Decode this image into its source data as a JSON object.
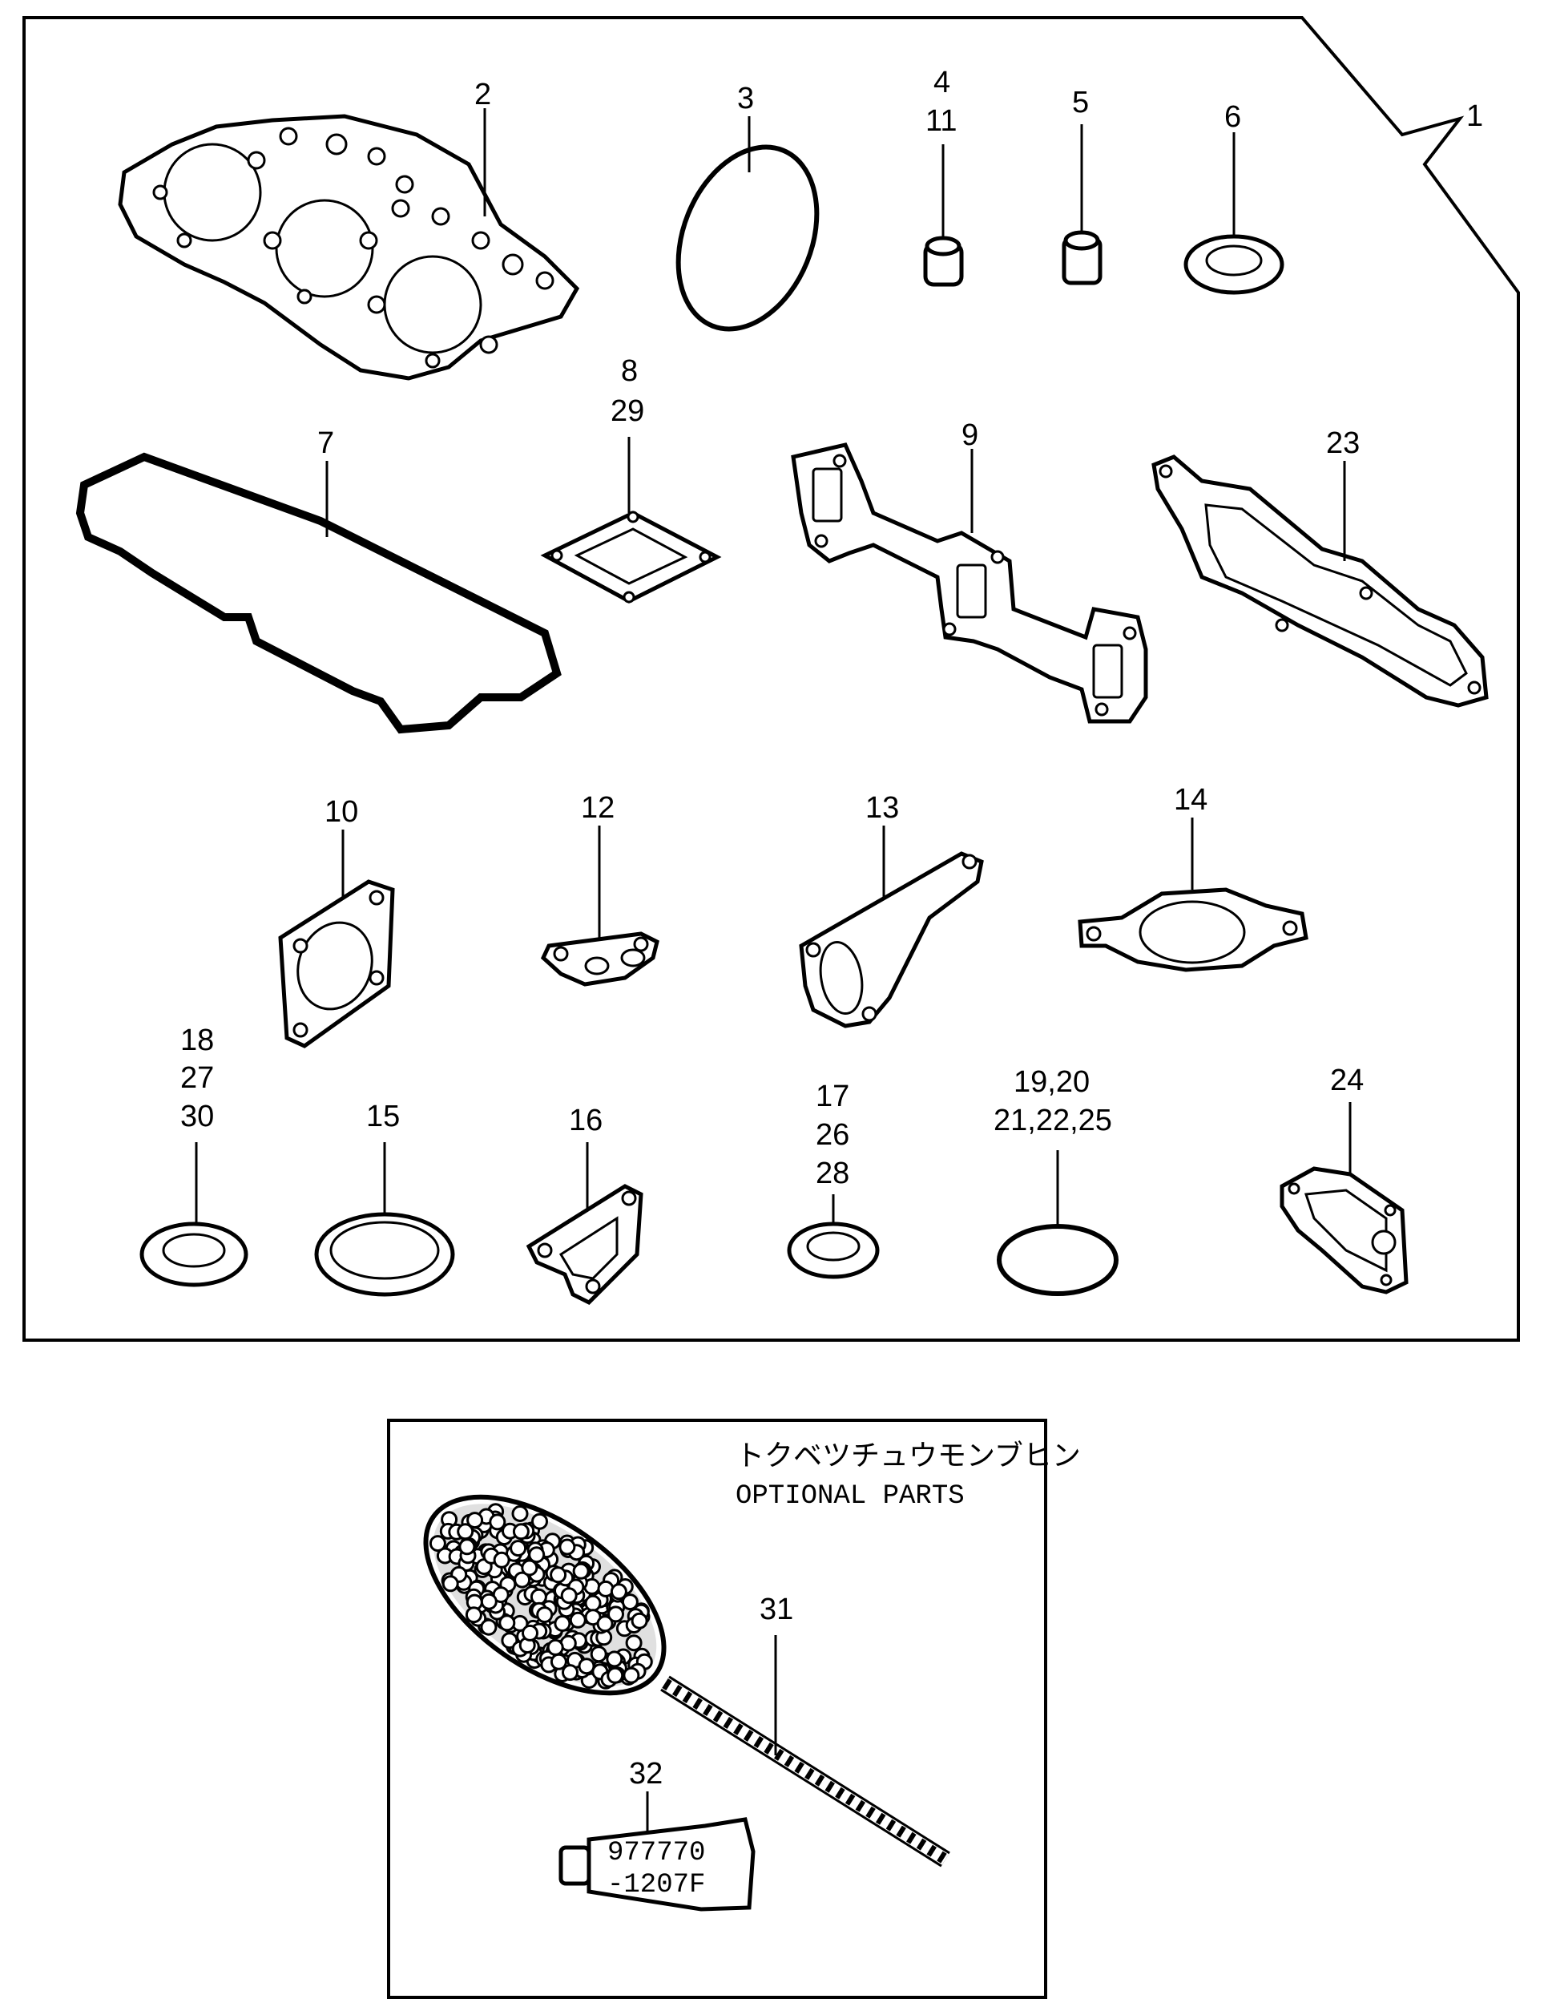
{
  "callouts": {
    "c1": "1",
    "c2": "2",
    "c3": "3",
    "c4_11": [
      "4",
      "11"
    ],
    "c5": "5",
    "c6": "6",
    "c7": "7",
    "c8_29": [
      "8",
      "29"
    ],
    "c9": "9",
    "c23": "23",
    "c10": "10",
    "c12": "12",
    "c13": "13",
    "c14": "14",
    "c18_27_30": [
      "18",
      "27",
      "30"
    ],
    "c15": "15",
    "c16": "16",
    "c17_26_28": [
      "17",
      "26",
      "28"
    ],
    "c19_25": [
      "19,20",
      "21,22,25"
    ],
    "c24": "24",
    "c31": "31",
    "c32": "32"
  },
  "optional_box": {
    "title_jp": "トクベツチュウモンブヒン",
    "title_en": "OPTIONAL PARTS"
  },
  "tube_label": [
    "977770",
    "-1207F"
  ]
}
